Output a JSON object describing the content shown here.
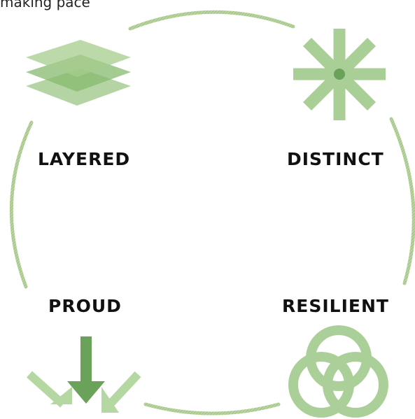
{
  "top_text": "making pace",
  "labels": {
    "layered": "LAYERED",
    "distinct": "DISTINCT",
    "proud": "PROUD",
    "resilient": "RESILIENT"
  },
  "icons": {
    "layered": "stacked-layers-icon",
    "distinct": "asterisk-star-icon",
    "proud": "converging-arrows-icon",
    "resilient": "interlocking-rings-icon"
  },
  "colors": {
    "arc": "#a9c98d",
    "icon_light": "#9bc784",
    "icon_dark": "#6aa25a",
    "text": "#111111"
  }
}
